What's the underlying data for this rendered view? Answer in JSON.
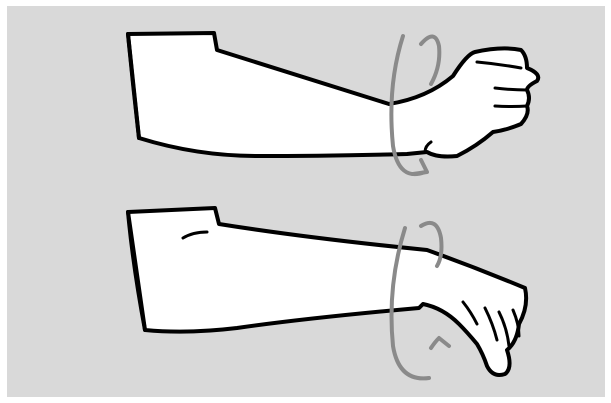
{
  "colors": {
    "background": "#d9d9d9",
    "page": "#ffffff",
    "outline": "#000000",
    "arm_fill": "#ffffff",
    "rotation_arrow": "#8a8a8a"
  },
  "figures": [
    {
      "name": "forearm-fist-top",
      "motion": "rotation-arrow"
    },
    {
      "name": "forearm-flexed-wrist-bottom",
      "motion": "rotation-arrow"
    }
  ],
  "icons": [
    "rotation-arrow-icon",
    "rotation-arrow-icon"
  ]
}
